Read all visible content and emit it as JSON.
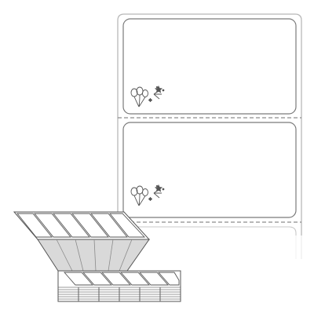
{
  "product": {
    "label_count_visible": 2,
    "fanfold_label_columns": 6,
    "fanfold_stack_rows": 6,
    "icons": [
      "balloons-icon",
      "fireworks-icon"
    ]
  },
  "colors": {
    "background": "#ffffff",
    "liner_stroke": "#b8b8b8",
    "label_stroke": "#7a7a7a",
    "perforation": "#8c8c8c",
    "icon_stroke": "#555555",
    "stack_fill": "#d9d9d9"
  }
}
